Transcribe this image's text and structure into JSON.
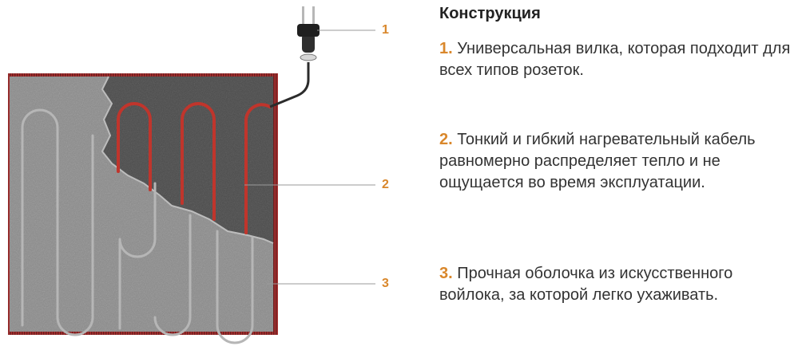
{
  "heading": "Конструкция",
  "callouts": [
    "1",
    "2",
    "3"
  ],
  "items": [
    {
      "number": "1.",
      "text": "Универсальная вилка, которая подходит для всех типов розеток."
    },
    {
      "number": "2.",
      "text": "Тонкий и гибкий нагревательный кабель равномерно распределяет тепло и не ощущается во время эксплуатации."
    },
    {
      "number": "3.",
      "text": "Прочная оболочка из искусственного войлока, за которой легко ухаживать."
    }
  ],
  "colors": {
    "accent": "#d9872b",
    "cable": "#c0352c",
    "felt": "#8d8d8d",
    "edge": "#9b2a2a"
  }
}
